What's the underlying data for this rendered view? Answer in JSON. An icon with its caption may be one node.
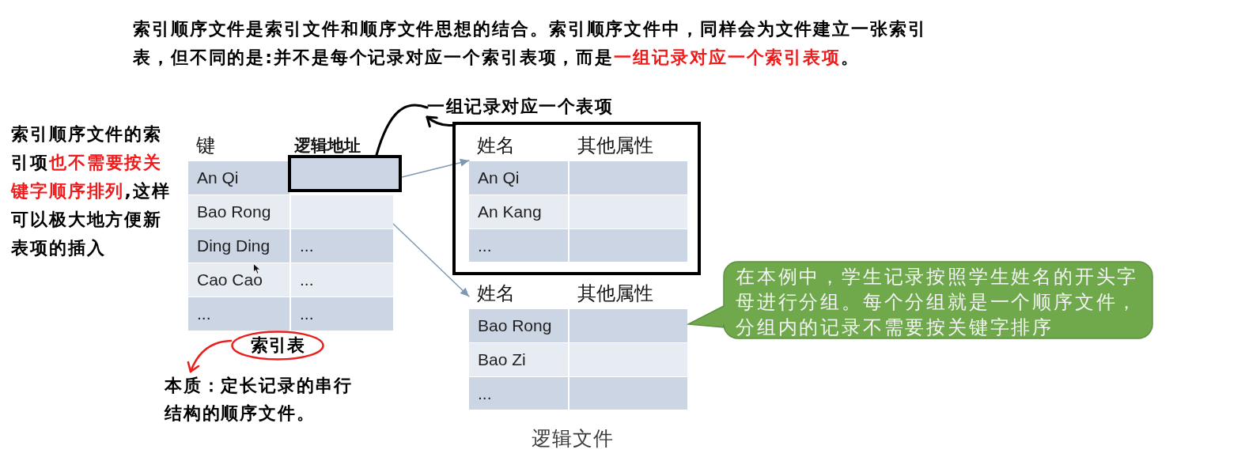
{
  "diagram": {
    "nodes": [
      {
        "text": [
          "键",
          "逻辑地址",
          "An Qi",
          "Bao Rong",
          "Ding Ding",
          "...",
          "Cao Cao",
          "...",
          "...",
          "..."
        ]
      },
      {
        "text": [],
        "shape": "box",
        "in": 0
      },
      {
        "text": [],
        "shape": "box",
        "in": 0
      },
      {
        "text": [
          "索引表"
        ]
      },
      {
        "text": [
          "本质：定长记录的串行结构的顺序文件。"
        ]
      },
      {
        "text": [
          "一组记录对应一个表项"
        ]
      },
      {
        "text": [],
        "shape": "box"
      },
      {
        "text": [
          "姓名",
          "其他属性",
          "An Qi",
          "An Kang",
          "..."
        ],
        "in": 6
      },
      {
        "text": [
          "姓名",
          "其他属性",
          "Bao Rong",
          "Bao Zi",
          "..."
        ]
      },
      {
        "text": [
          "在本例中，学生记录按照学生姓名的开头字母进行分组。每个分组就是一个顺序文件，分组内的记录不需要按关键字排序"
        ]
      }
    ],
    "edges": [
      {
        "from": 1,
        "to": 7,
        "arrow": "to",
        "color": "#7f98b2"
      },
      {
        "from": 2,
        "to": 8,
        "arrow": "to",
        "color": "#7f98b2"
      },
      {
        "from": 1,
        "to": 5,
        "arrow": "none",
        "color": "#000000"
      },
      {
        "from": 6,
        "to": 5,
        "arrow": "to",
        "color": "#000000"
      },
      {
        "from": 3,
        "to": 4,
        "arrow": "to",
        "color": "#e8201e"
      }
    ],
    "labels": [
      "索引顺序文件是索引文件和顺序文件思想的结合。索引顺序文件中，同样会为文件建立一张索引表，但不同的是:并不是每个记录对应一个索引表项，而是**一组记录对应一个索引表项**。",
      "索引顺序文件的索引项**也不需要按关键字顺序排列**,这样可以极大地方便新表项的插入",
      "逻辑文件"
    ]
  }
}
